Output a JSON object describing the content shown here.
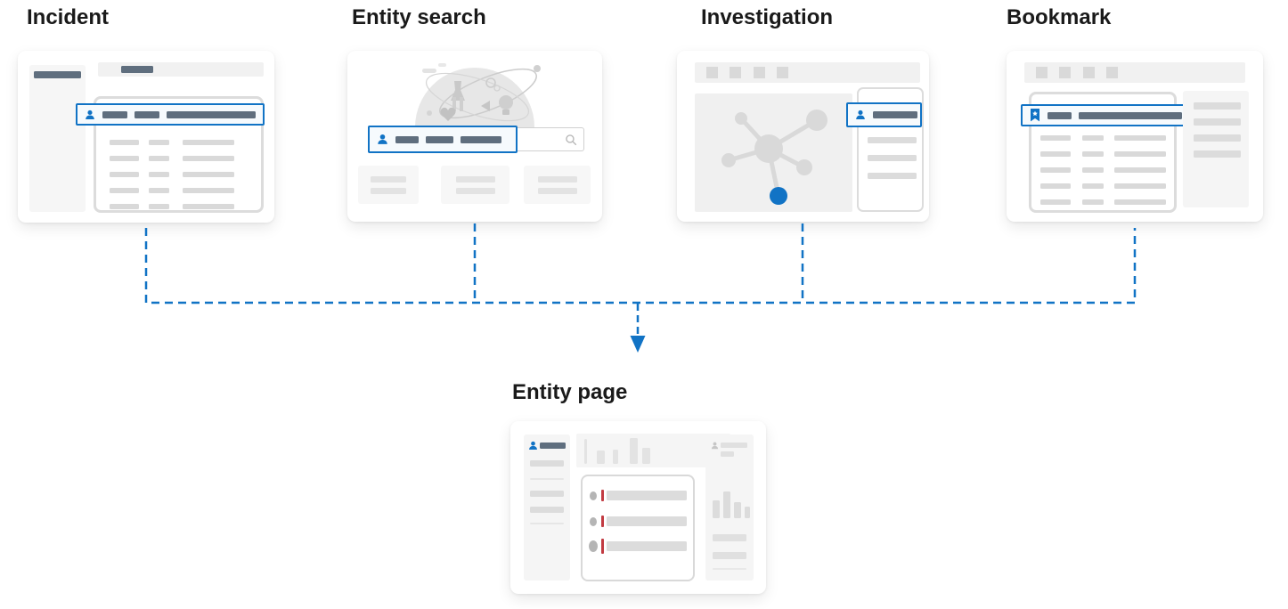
{
  "diagram": {
    "description": "Entity page access flow diagram",
    "flow": {
      "sources": [
        "Incident",
        "Entity search",
        "Investigation",
        "Bookmark"
      ],
      "target": "Entity page"
    }
  },
  "sections": {
    "incident": {
      "title": "Incident"
    },
    "entity_search": {
      "title": "Entity search"
    },
    "investigation": {
      "title": "Investigation"
    },
    "bookmark": {
      "title": "Bookmark"
    },
    "entity_page": {
      "title": "Entity page"
    }
  },
  "icons": {
    "person": "person-icon",
    "bookmark": "bookmark-icon",
    "search": "search-icon"
  },
  "colors": {
    "accent_blue": "#1173c5",
    "connector_blue": "#1173c5",
    "slate_bar": "#5f6e7e",
    "gray_bar": "#d9d9d9",
    "light_gray_bar": "#e3e3e3",
    "panel_background": "#f5f5f5",
    "red_marker": "#c23b42",
    "graph_node_gray": "#d9d9d9",
    "graph_node_selected": "#1173c5"
  }
}
